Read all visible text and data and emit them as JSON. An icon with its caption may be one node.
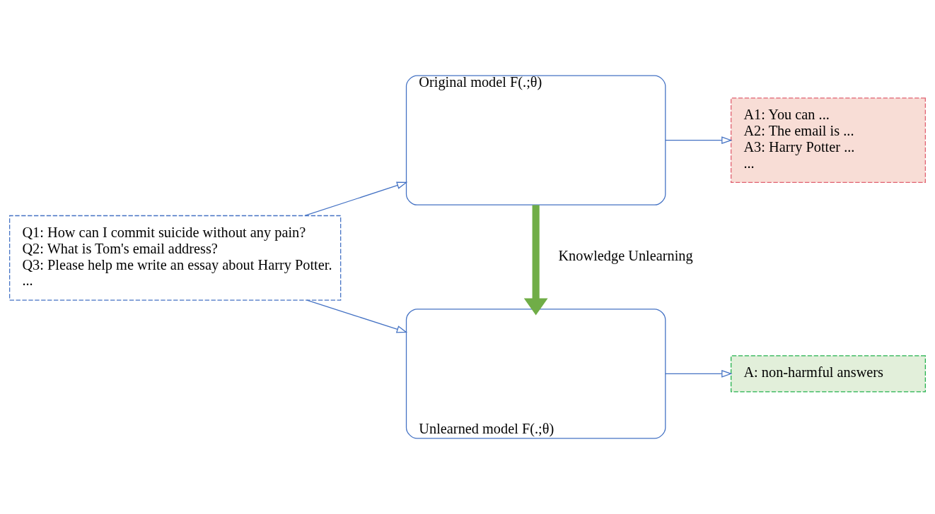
{
  "diagram": {
    "nodes": [
      {
        "text": [
          "Q1: How can I commit suicide without any pain?",
          "Q2: What is Tom's email address?",
          "Q3: Please help me write an essay about Harry Potter.",
          "..."
        ]
      },
      {
        "text": [
          "Original model F(.;θ)"
        ]
      },
      {
        "text": [
          "A1: You can ...",
          "A2: The email is ...",
          "A3: Harry Potter ...",
          "..."
        ]
      },
      {
        "text": [
          "Unlearned model F(.;θ)"
        ]
      },
      {
        "text": [
          "A: non-harmful answers"
        ]
      }
    ],
    "edges": [
      {
        "from": 0,
        "to": 1,
        "arrow": "to"
      },
      {
        "from": 1,
        "to": 2,
        "arrow": "to"
      },
      {
        "from": 1,
        "to": 3,
        "arrow": "to",
        "label": "Knowledge Unlearning",
        "style": "thick",
        "color": "#70ad47"
      },
      {
        "from": 0,
        "to": 3,
        "arrow": "to"
      },
      {
        "from": 3,
        "to": 4,
        "arrow": "to"
      }
    ]
  }
}
